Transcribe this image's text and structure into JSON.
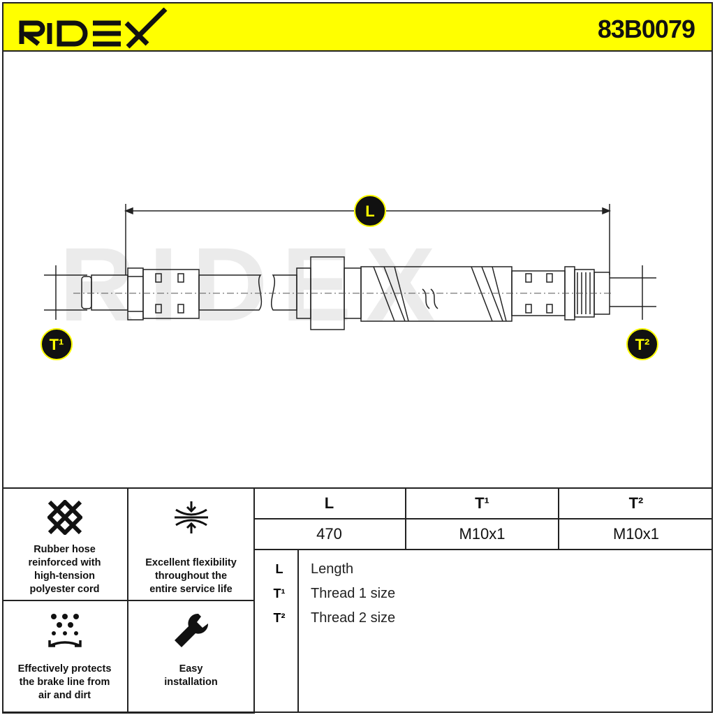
{
  "header": {
    "brand": "RIDEX",
    "part_number": "83B0079",
    "background": "#ffff00"
  },
  "drawing": {
    "watermark": "RIDEX",
    "dim_L": "L",
    "dim_T1": "T¹",
    "dim_T2": "T²"
  },
  "features": [
    {
      "icon": "mesh-icon",
      "lines": [
        "Rubber hose",
        "reinforced with",
        "high-tension",
        "polyester cord"
      ]
    },
    {
      "icon": "flexibility-icon",
      "lines": [
        "Excellent flexibility",
        "throughout the",
        "entire service life"
      ]
    },
    {
      "icon": "protection-icon",
      "lines": [
        "Effectively protects",
        "the brake line from",
        "air and dirt"
      ]
    },
    {
      "icon": "wrench-icon",
      "lines": [
        "Easy",
        "installation"
      ]
    }
  ],
  "spec": {
    "headers": [
      "L",
      "T¹",
      "T²"
    ],
    "values": [
      "470",
      "M10x1",
      "M10x1"
    ]
  },
  "legend": [
    {
      "key": "L",
      "label": "Length"
    },
    {
      "key": "T¹",
      "label": "Thread 1 size"
    },
    {
      "key": "T²",
      "label": "Thread 2 size"
    }
  ]
}
